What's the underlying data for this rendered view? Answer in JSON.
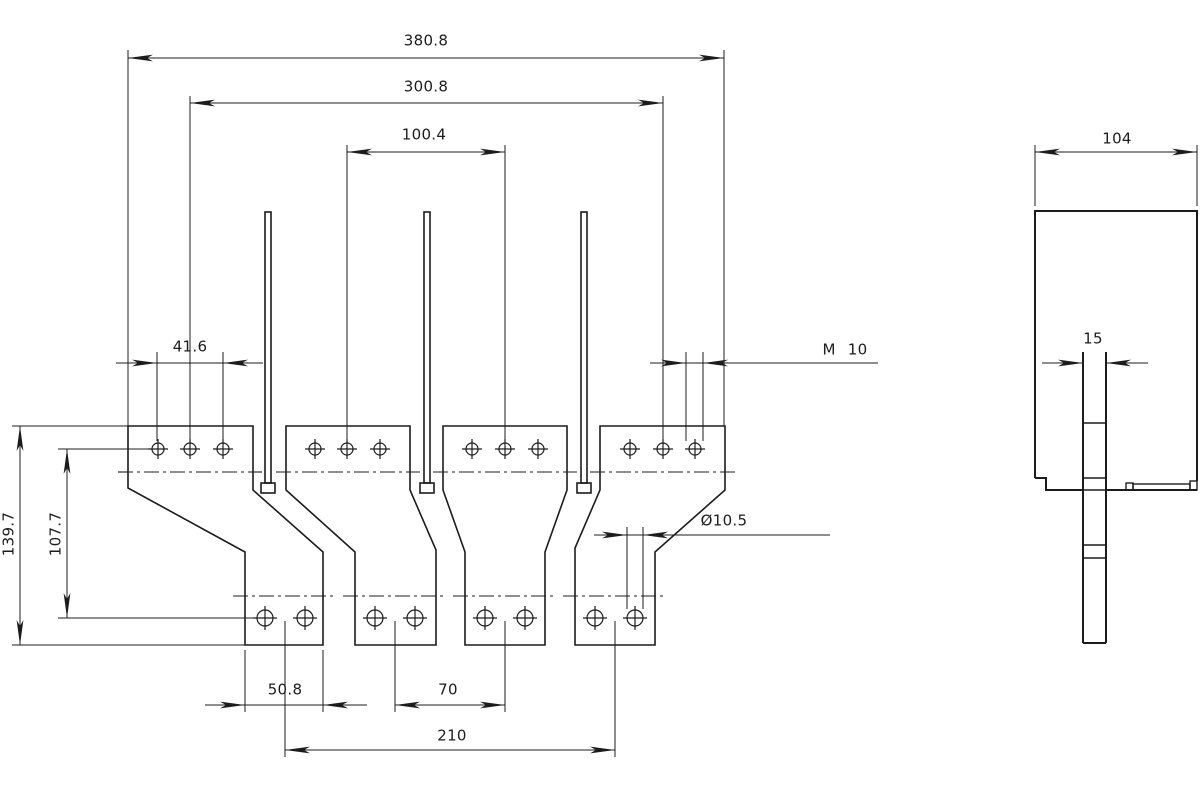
{
  "drawing": {
    "type": "technical-drawing",
    "views": {
      "front": "four-pole busbar adapter, front view",
      "side": "side view with blade"
    },
    "dimensions": {
      "overall_width": "380.8",
      "outer_top_hole_centers": "300.8",
      "top_pole_pitch": "100.4",
      "top_hole_span": "41.6",
      "thread_size": "M 10",
      "bottom_hole_diameter": "Ø10.5",
      "tab_width": "50.8",
      "bottom_pole_pitch": "70",
      "bottom_outer_centers": "210",
      "overall_height": "139.7",
      "hole_center_height": "107.7",
      "side_depth": "104",
      "blade_width": "15"
    },
    "colors": {
      "line": "#1c1c1c",
      "background": "#ffffff"
    }
  }
}
